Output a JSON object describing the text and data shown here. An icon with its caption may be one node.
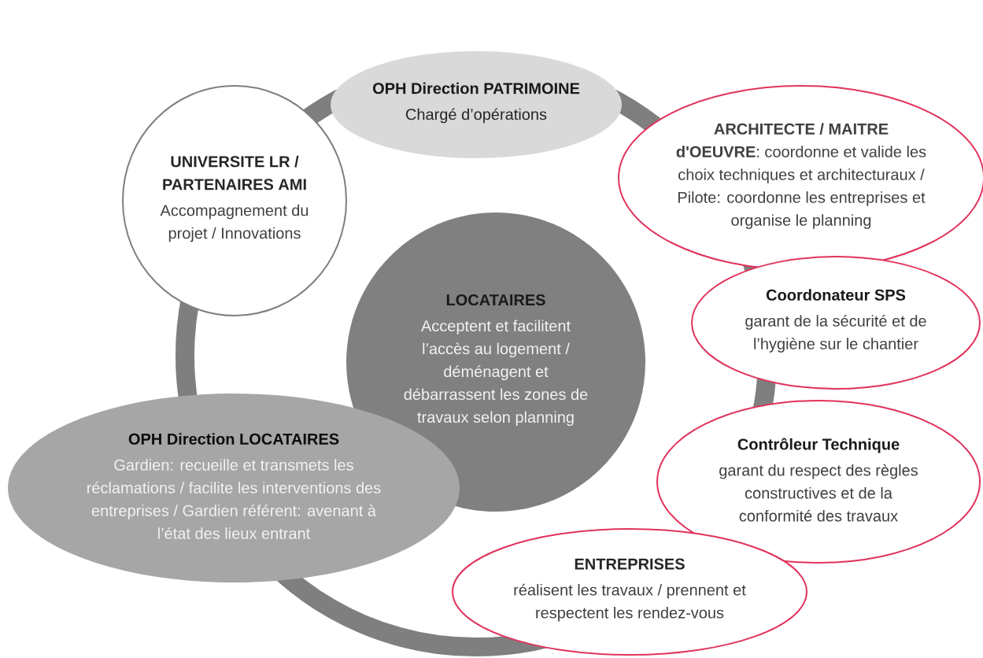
{
  "diagram": {
    "nodes": [
      {
        "text": [
          "OPH Direction PATRIMOINE",
          "Chargé d’opérations"
        ]
      },
      {
        "text": [
          "UNIVERSITE LR / PARTENAIRES AMI",
          "Accompagnement du projet / Innovations"
        ]
      },
      {
        "text": [
          "**ARCHITECTE / MAITRE d'OEUVRE**: coordonne et valide les choix techniques et architecturaux / Pilote: coordonne les entreprises et organise le planning"
        ]
      },
      {
        "text": [
          "LOCATAIRES",
          "Acceptent et facilitent l’accès au logement / déménagent et débarrassent les zones de travaux selon planning"
        ]
      },
      {
        "text": [
          "Coordonateur SPS",
          "garant de la sécurité et de l’hygiène sur le chantier"
        ]
      },
      {
        "text": [
          "OPH Direction LOCATAIRES",
          "Gardien: recueille et transmets les réclamations / facilite les interventions des entreprises / Gardien référent: avenant à l’état des lieux entrant"
        ]
      },
      {
        "text": [
          "Contrôleur Technique",
          "garant du respect des règles constructives et de la conformité des travaux"
        ]
      },
      {
        "text": [
          "ENTREPRISES",
          "réalisent les travaux / prennent et respectent les rendez-vous"
        ]
      }
    ]
  }
}
